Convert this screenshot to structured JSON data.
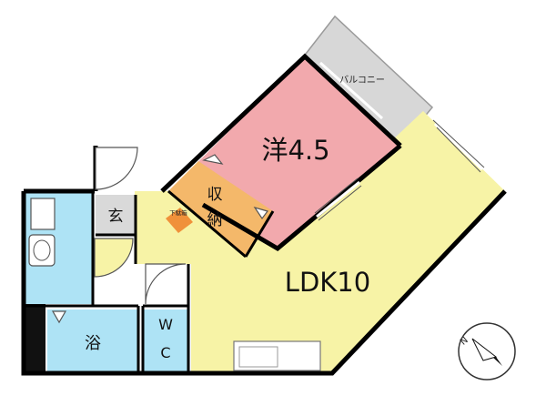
{
  "floor_plan": {
    "rooms": {
      "western_room": "洋4.5",
      "ldk": "LDK10",
      "balcony": "バルコニー",
      "storage_line1": "収",
      "storage_line2": "納",
      "entrance": "玄",
      "shoe_box": "下駄箱",
      "bath": "浴",
      "toilet_line1": "W",
      "toilet_line2": "C"
    },
    "compass": {
      "north_label": "N"
    },
    "colors": {
      "western_room": "#f2a9ad",
      "ldk": "#f7f3a6",
      "storage": "#f4b86a",
      "entrance": "#d9d9d9",
      "balcony": "#d7d7d7",
      "wet_area": "#aee3f5",
      "wall": "#000000"
    }
  }
}
